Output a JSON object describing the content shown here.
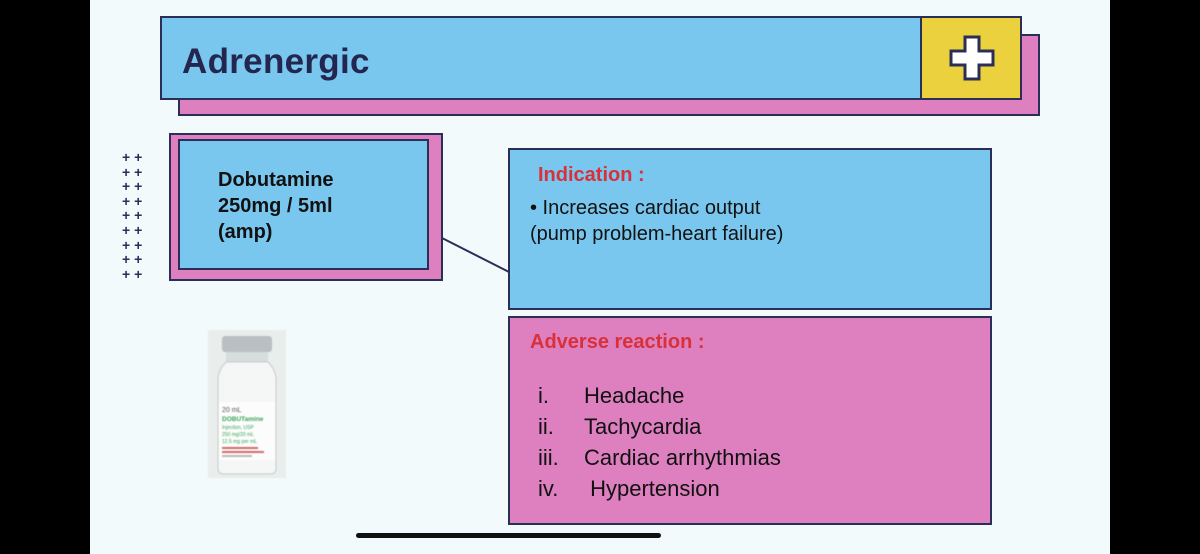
{
  "slide": {
    "title": "Adrenergic",
    "plus_icon": "medical-cross-icon",
    "decoration": "+ +\n+ +\n+ +\n+ +\n+ +\n+ +\n+ +\n+ +\n+ +",
    "drug": {
      "line1": "Dobutamine",
      "line2": "250mg / 5ml",
      "line3": "(amp)"
    },
    "indication": {
      "title": "Indication :",
      "line1": "• Increases cardiac output",
      "line2": "(pump problem-heart failure)"
    },
    "adverse": {
      "title": "Adverse reaction :",
      "items": [
        {
          "num": "i.",
          "text": "Headache"
        },
        {
          "num": "ii.",
          "text": "Tachycardia"
        },
        {
          "num": "iii.",
          "text": "Cardiac arrhythmias"
        },
        {
          "num": "iv.",
          "text": " Hypertension"
        }
      ]
    },
    "vial_label": {
      "volume": "20 mL",
      "name": "DOBUTamine",
      "line1": "Injection, USP",
      "line2": "250 mg/20 mL",
      "line3": "12.5 mg per mL"
    }
  },
  "colors": {
    "blue": "#79c7ee",
    "pink": "#de7fc0",
    "yellow": "#ecd13f",
    "navy": "#2b2f57",
    "red_heading": "#d8313a"
  }
}
